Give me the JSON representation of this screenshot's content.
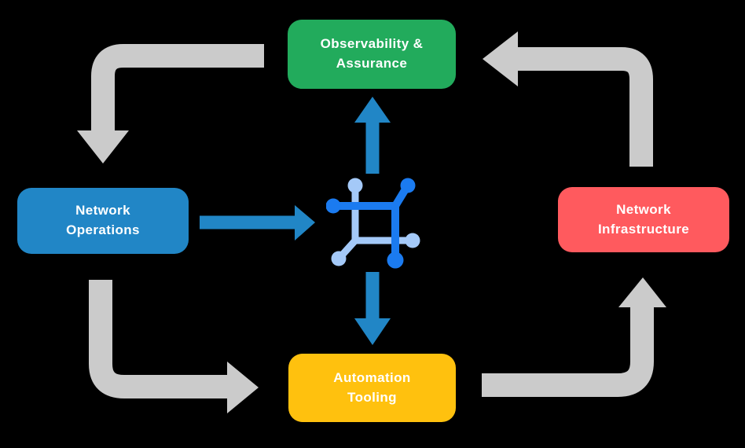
{
  "diagram": {
    "type": "cycle-flow-diagram",
    "colors": {
      "bg": "#000000",
      "green": "#22AB5C",
      "blue": "#2186C6",
      "red": "#FF5A5E",
      "yellow": "#FFC10E",
      "gray": "#CBCBCB",
      "icon_dark": "#1B7BF0",
      "icon_light": "#A4C9F8",
      "text": "#FFFFFF"
    },
    "nodes": {
      "observability": {
        "label": "Observability &\nAssurance",
        "color": "#22AB5C"
      },
      "operations": {
        "label": "Network\nOperations",
        "color": "#2186C6"
      },
      "infrastructure": {
        "label": "Network\nInfrastructure",
        "color": "#FF5A5E"
      },
      "tooling": {
        "label": "Automation\nTooling",
        "color": "#FFC10E"
      }
    },
    "center_icon": "network-mesh-icon",
    "flows": [
      {
        "from": "observability",
        "to": "operations",
        "style": "gray"
      },
      {
        "from": "infrastructure",
        "to": "observability",
        "style": "gray"
      },
      {
        "from": "operations",
        "to": "tooling",
        "style": "gray"
      },
      {
        "from": "tooling",
        "to": "infrastructure",
        "style": "gray"
      },
      {
        "from": "operations",
        "to": "center",
        "style": "blue"
      },
      {
        "from": "center",
        "to": "observability",
        "style": "blue"
      },
      {
        "from": "center",
        "to": "tooling",
        "style": "blue"
      }
    ]
  }
}
